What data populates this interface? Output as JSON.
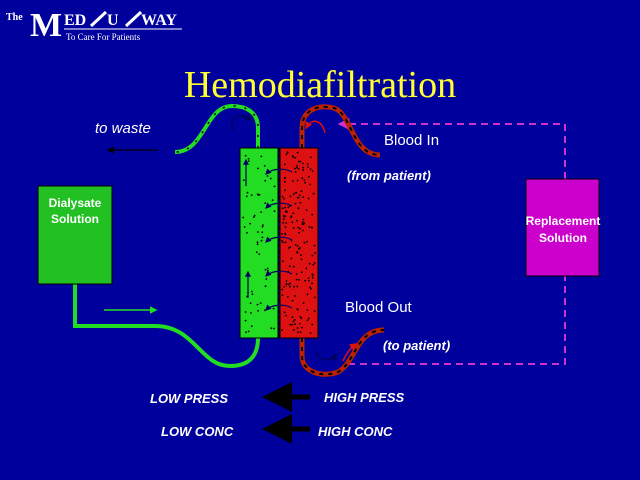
{
  "logo": {
    "the": "The",
    "letter_m": "M",
    "name_part1": "ED",
    "name_part2": "U",
    "name_part3": "WAY",
    "tagline": "To Care For Patients"
  },
  "title": "Hemodiafiltration",
  "labels": {
    "to_waste": "to waste",
    "blood_in": "Blood In",
    "from_patient": "(from patient)",
    "dialysate_line1": "Dialysate",
    "dialysate_line2": "Solution",
    "replacement_line1": "Replacement",
    "replacement_line2": "Solution",
    "blood_out": "Blood Out",
    "to_patient": "(to patient)"
  },
  "gradients": [
    {
      "left": "LOW  PRESS",
      "right": "HIGH PRESS"
    },
    {
      "left": "LOW CONC",
      "right": "HIGH CONC"
    }
  ],
  "colors": {
    "background": "#00009c",
    "title": "#ffff33",
    "dialysate_box": "#22c022",
    "dialysate_green": "#22dd22",
    "blood_red": "#dd1111",
    "blood_line": "#bb2200",
    "replacement_box": "#cc00cc",
    "replacement_line": "#cc33cc",
    "white_text": "#ffffff",
    "arrow": "#000000"
  }
}
